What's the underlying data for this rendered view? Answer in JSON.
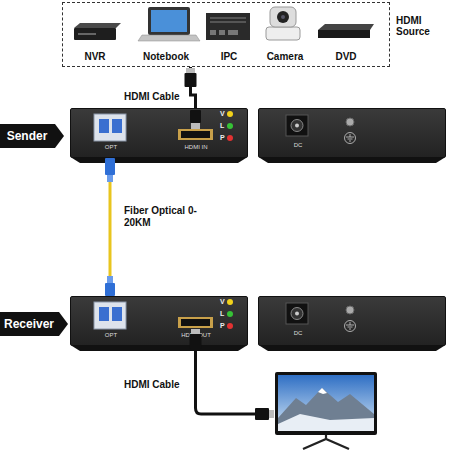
{
  "diagram": {
    "nodes": [
      {
        "text": [
          "HDMI Source"
        ]
      },
      {
        "text": [
          "NVR"
        ],
        "in": 0
      },
      {
        "text": [
          "Notebook"
        ],
        "in": 0
      },
      {
        "text": [
          "IPC"
        ],
        "in": 0
      },
      {
        "text": [
          "Camera"
        ],
        "in": 0
      },
      {
        "text": [
          "DVD"
        ],
        "in": 0
      },
      {
        "text": [
          "Sender"
        ]
      },
      {
        "text": [
          "OPT",
          "HDMI IN",
          "V",
          "L",
          "P"
        ]
      },
      {
        "text": [
          "DC"
        ]
      },
      {
        "text": [
          "Receiver"
        ]
      },
      {
        "text": [
          "OPT",
          "HDMI OUT",
          "V",
          "L",
          "P"
        ]
      },
      {
        "text": [
          "DC"
        ]
      }
    ],
    "edges": [
      {
        "from": 0,
        "to": 7,
        "label": "HDMI Cable",
        "arrow": "none"
      },
      {
        "from": 7,
        "to": 10,
        "label": "Fiber Optical 0-20KM",
        "arrow": "none"
      }
    ],
    "labels": [
      "HDMI Cable"
    ]
  }
}
